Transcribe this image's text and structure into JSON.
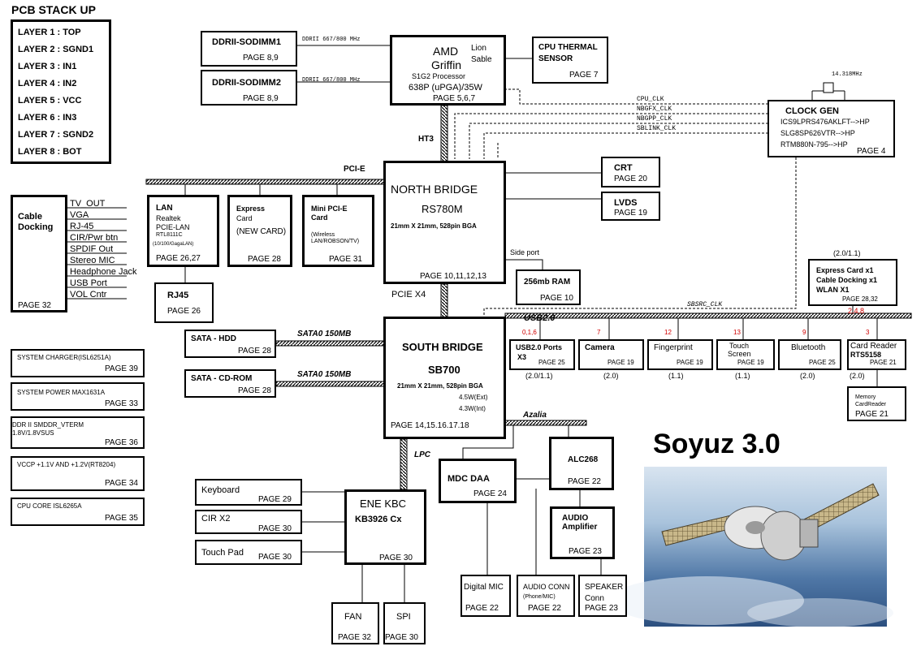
{
  "stackup": {
    "title": "PCB STACK UP",
    "layers": [
      "LAYER 1 : TOP",
      "LAYER 2 : SGND1",
      "LAYER 3 : IN1",
      "LAYER 4 : IN2",
      "LAYER 5 : VCC",
      "LAYER 6 : IN3",
      "LAYER 7 : SGND2",
      "LAYER 8 : BOT"
    ]
  },
  "ddr1": {
    "title": "DDRII-SODIMM1",
    "page": "PAGE 8,9"
  },
  "ddr2": {
    "title": "DDRII-SODIMM2",
    "page": "PAGE 8,9"
  },
  "ddr_bus_label": "DDRII  667/800 MHz",
  "cpu": {
    "l1": "AMD",
    "l2": "Griffin",
    "l3": "Lion",
    "l4": "Sable",
    "l5": "S1G2 Processor",
    "l6": "638P (uPGA)/35W",
    "page": "PAGE 5,6,7"
  },
  "thermal": {
    "l1": "CPU THERMAL",
    "l2": "SENSOR",
    "page": "PAGE 7"
  },
  "clock": {
    "title": "CLOCK GEN",
    "l1": "ICS9LPRS476AKLFT-->HP",
    "l2": "SLG8SP626VTR-->HP",
    "l3": "RTM880N-795-->HP",
    "page": "PAGE 4",
    "crystal": "14.318MHz"
  },
  "clk_signals": [
    "CPU_CLK",
    "NBGFX_CLK",
    "NBGPP_CLK",
    "SBLINK_CLK"
  ],
  "ht3": "HT3",
  "pcie_label": "PCI-E",
  "nb": {
    "l1": "NORTH BRIDGE",
    "l2": "RS780M",
    "l3": "21mm X 21mm, 528pin BGA",
    "page": "PAGE 10,11,12,13"
  },
  "crt": {
    "title": "CRT",
    "page": "PAGE 20"
  },
  "lvds": {
    "title": "LVDS",
    "page": "PAGE 19"
  },
  "side_port": "Side port",
  "ram": {
    "title": "256mb RAM",
    "page": "PAGE 10"
  },
  "lan": {
    "l1": "LAN",
    "l2": "Realtek",
    "l3": "PCIE-LAN",
    "l4": "RTL8111C",
    "l5": "(10/100/GagaLAN)",
    "page": "PAGE 26,27"
  },
  "express": {
    "l1": "Express",
    "l2": "Card",
    "l3": "(NEW CARD)",
    "page": "PAGE 28"
  },
  "minipci": {
    "l1": "Mini PCI-E",
    "l2": "Card",
    "l3": "(Wireless",
    "l4": "LAN/ROBSON/TV)",
    "page": "PAGE 31"
  },
  "rj45": {
    "title": "RJ45",
    "page": "PAGE 26"
  },
  "dock": {
    "l1": "Cable",
    "l2": "Docking",
    "page": "PAGE 32",
    "items": [
      "TV_OUT",
      "VGA",
      "RJ-45",
      "CIR/Pwr btn",
      "SPDIF Out",
      "Stereo MIC",
      "Headphone Jack",
      "USB Port",
      "VOL Cntr"
    ]
  },
  "pcie_x4": "PCIE X4",
  "sbsrc_clk": "SBSRC_CLK",
  "usb_label": "USB2.0",
  "expcard_group": {
    "ver": "(2.0/1.1)",
    "l1": "Express Card x1",
    "l2": "Cable Docking x1",
    "l3": "WLAN X1",
    "page": "PAGE 28,32",
    "ports": "2,4,8"
  },
  "usb_devices": [
    {
      "port": "0,1,6",
      "l1": "USB2.0 Ports",
      "l2": "X3",
      "page": "PAGE 25",
      "ver": "(2.0/1.1)"
    },
    {
      "port": "7",
      "l1": "Camera",
      "l2": "",
      "page": "PAGE 19",
      "ver": "(2.0)"
    },
    {
      "port": "12",
      "l1": "Fingerprint",
      "l2": "",
      "page": "PAGE 19",
      "ver": "(1.1)"
    },
    {
      "port": "13",
      "l1": "Touch",
      "l2": "Screen",
      "page": "PAGE 19",
      "ver": "(1.1)"
    },
    {
      "port": "9",
      "l1": "Bluetooth",
      "l2": "",
      "page": "PAGE 25",
      "ver": "(2.0)"
    },
    {
      "port": "3",
      "l1": "Card Reader",
      "l2": "RTS5158",
      "page": "PAGE 21",
      "ver": "(2.0)"
    }
  ],
  "memcard": {
    "l1": "Memory",
    "l2": "CardReader",
    "page": "PAGE 21"
  },
  "sata_hdd": {
    "title": "SATA - HDD",
    "page": "PAGE 28",
    "bus": "SATA0 150MB"
  },
  "sata_cd": {
    "title": "SATA - CD-ROM",
    "page": "PAGE 28",
    "bus": "SATA0 150MB"
  },
  "sb": {
    "l1": "SOUTH BRIDGE",
    "l2": "SB700",
    "l3": "21mm X 21mm, 528pin BGA",
    "l4": "4.5W(Ext)",
    "l5": "4.3W(Int)",
    "page": "PAGE 14,15.16.17.18"
  },
  "azalia": "Azalia",
  "lpc": "LPC",
  "power": [
    {
      "title": "SYSTEM CHARGER(ISL6251A)",
      "page": "PAGE 39"
    },
    {
      "title": "SYSTEM POWER MAX1631A",
      "page": "PAGE 33"
    },
    {
      "title": "DDR II SMDDR_VTERM",
      "title2": "1.8V/1.8VSUS",
      "page": "PAGE 36"
    },
    {
      "title": "VCCP +1.1V AND +1.2V(RT8204)",
      "page": "PAGE 34"
    },
    {
      "title": "CPU CORE ISL6265A",
      "page": "PAGE 35"
    }
  ],
  "mdc": {
    "title": "MDC DAA",
    "page": "PAGE 24"
  },
  "alc": {
    "title": "ALC268",
    "page": "PAGE 22"
  },
  "amp": {
    "l1": "AUDIO",
    "l2": "Amplifier",
    "page": "PAGE 23"
  },
  "kbc": {
    "l1": "ENE KBC",
    "l2": "KB3926 Cx",
    "page": "PAGE 30"
  },
  "keyboard": {
    "title": "Keyboard",
    "page": "PAGE 29"
  },
  "cir": {
    "title": "CIR X2",
    "page": "PAGE 30"
  },
  "touchpad": {
    "title": "Touch Pad",
    "page": "PAGE 30"
  },
  "fan": {
    "title": "FAN",
    "page": "PAGE 32"
  },
  "spi": {
    "title": "SPI",
    "page": "PAGE 30"
  },
  "digmic": {
    "title": "Digital MIC",
    "page": "PAGE 22"
  },
  "audioconn": {
    "l1": "AUDIO CONN",
    "l2": "(Phone/MIC)",
    "page": "PAGE 22"
  },
  "speaker": {
    "l1": "SPEAKER",
    "l2": "Conn",
    "page": "PAGE 23"
  },
  "brand": "Soyuz 3.0"
}
